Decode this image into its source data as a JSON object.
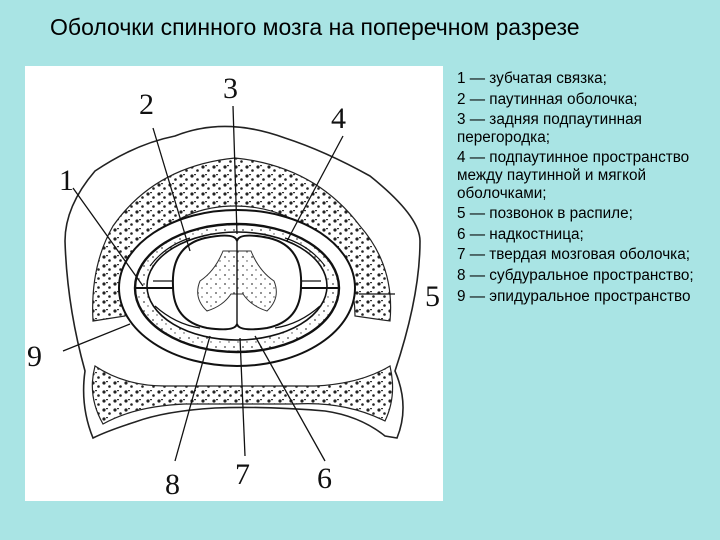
{
  "title": "Оболочки спинного мозга на поперечном разрезе",
  "figure": {
    "labels": [
      "1",
      "2",
      "3",
      "4",
      "5",
      "6",
      "7",
      "8",
      "9"
    ]
  },
  "legend": [
    "1 — зубчатая связка;",
    "2 — паутинная оболочка;",
    "3 — задняя подпаутинная перегородка;",
    "4 — подпаутинное пространство между паутинной и мягкой оболочками;",
    "5 — позвонок в распиле;",
    "6 — надкостница;",
    "7 — твердая мозговая оболочка;",
    "8 — субдуральное пространство;",
    "9 — эпидуральное пространство"
  ]
}
